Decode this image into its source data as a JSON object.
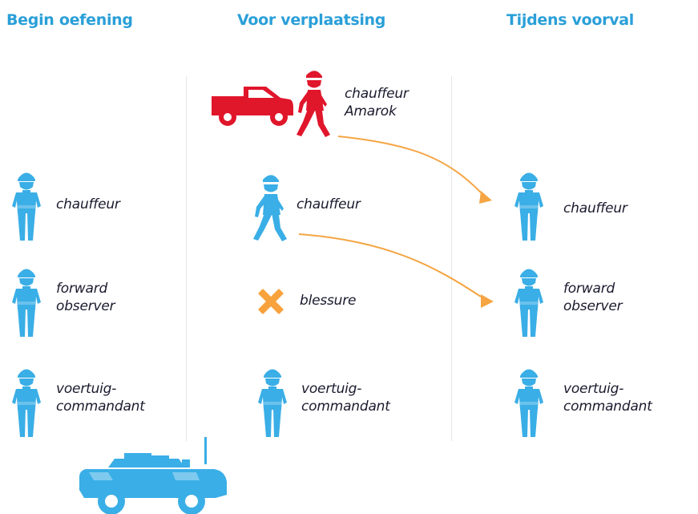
{
  "headers": {
    "col1": "Begin oefening",
    "col2": "Voor verplaatsing",
    "col3": "Tijdens voorval"
  },
  "columns": {
    "begin": {
      "driver": {
        "line1": "chauffeur"
      },
      "observer": {
        "line1": "forward",
        "line2": "observer"
      },
      "commander": {
        "line1": "voertuig-",
        "line2": "commandant"
      }
    },
    "before": {
      "amarok_driver": {
        "line1": "chauffeur",
        "line2": "Amarok"
      },
      "driver": {
        "line1": "chauffeur"
      },
      "injury": {
        "line1": "blessure"
      },
      "commander": {
        "line1": "voertuig-",
        "line2": "commandant"
      }
    },
    "during": {
      "driver": {
        "line1": "chauffeur"
      },
      "observer": {
        "line1": "forward",
        "line2": "observer"
      },
      "commander": {
        "line1": "voertuig-",
        "line2": "commandant"
      }
    }
  },
  "colors": {
    "header": "#2a9fd8",
    "soldier": "#3aaee6",
    "red": "#e0162b",
    "arrow": "#f5a543",
    "cross": "#f7a23c"
  },
  "icons": [
    "standing-soldier-icon",
    "walking-soldier-icon",
    "red-walking-soldier-icon",
    "pickup-truck-icon",
    "injury-cross-icon",
    "armored-vehicle-icon"
  ]
}
